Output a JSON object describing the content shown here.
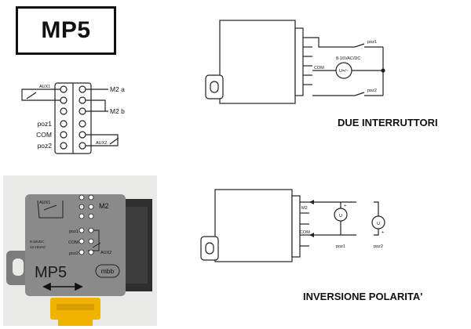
{
  "title": "MP5",
  "pinout": {
    "aux1": "AUX1",
    "aux2": "AUX2",
    "m2a": "M2 a",
    "m2b": "M2 b",
    "poz1": "poz1",
    "com": "COM",
    "poz2": "poz2"
  },
  "diagram1": {
    "caption": "DUE INTERRUTTORI",
    "supply": "8-16VAC/DC",
    "symbol": "U=/~",
    "com": "COM",
    "switch1": "poz1",
    "switch2": "poz2"
  },
  "diagram2": {
    "caption": "INVERSIONE POLARITA'",
    "m2": "M2",
    "com": "COM",
    "source1": "poz1",
    "source2": "poz2",
    "symbol": "U",
    "plus": "+",
    "minus": "-"
  },
  "photo": {
    "brand": "MP5",
    "logo": "mbb",
    "m2": "M2",
    "aux1": "AUX1",
    "aux2": "AUX2",
    "poz1": "poz1",
    "com": "COM",
    "poz2": "poz2",
    "supply1": "8-16VDC",
    "supply2": "12-16VAC"
  }
}
